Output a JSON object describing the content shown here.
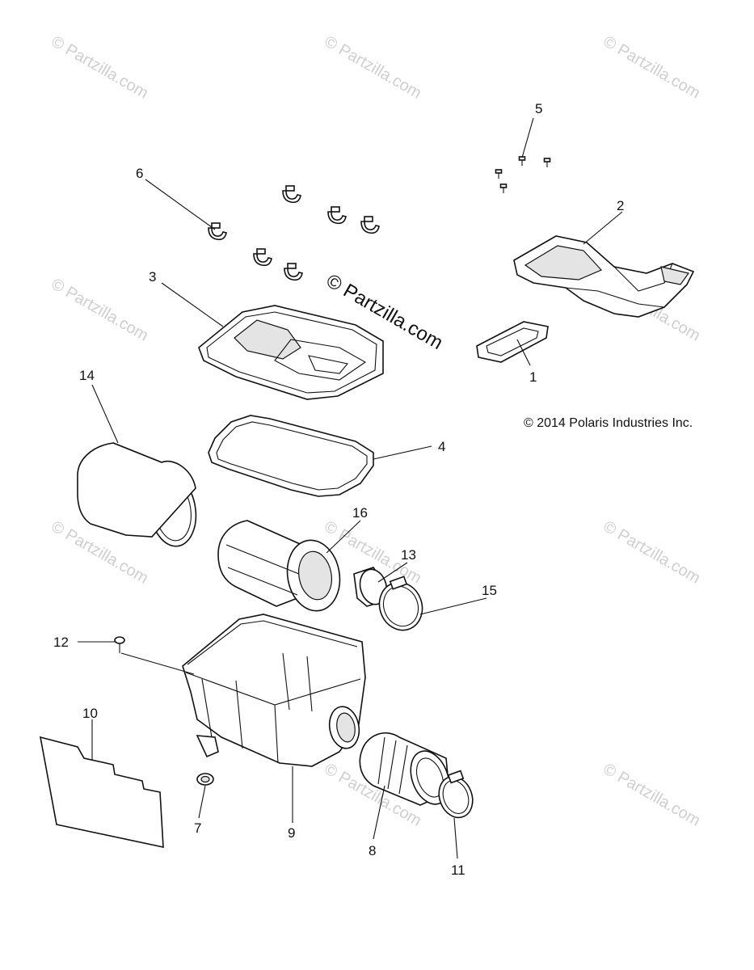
{
  "copyright": "© 2014 Polaris Industries Inc.",
  "main_watermark": "© Partzilla.com",
  "tile_watermark": "© Partzilla.com",
  "callouts": {
    "c1": "1",
    "c2": "2",
    "c3": "3",
    "c4": "4",
    "c5": "5",
    "c6": "6",
    "c7": "7",
    "c8": "8",
    "c9": "9",
    "c10": "10",
    "c11": "11",
    "c12": "12",
    "c13": "13",
    "c14": "14",
    "c15": "15",
    "c16": "16"
  },
  "colors": {
    "ink": "#111111",
    "watermark": "#cfcfcf",
    "background": "#ffffff"
  }
}
